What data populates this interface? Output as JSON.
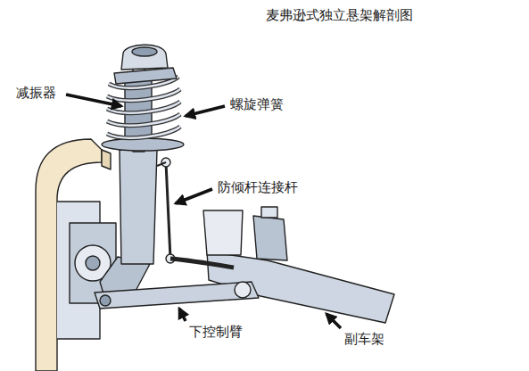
{
  "diagram": {
    "title": "麦弗逊式独立悬架解剖图",
    "labels": [
      "减振器",
      "螺旋弹簧",
      "防倾杆连接杆",
      "下控制臂",
      "副车架"
    ]
  }
}
